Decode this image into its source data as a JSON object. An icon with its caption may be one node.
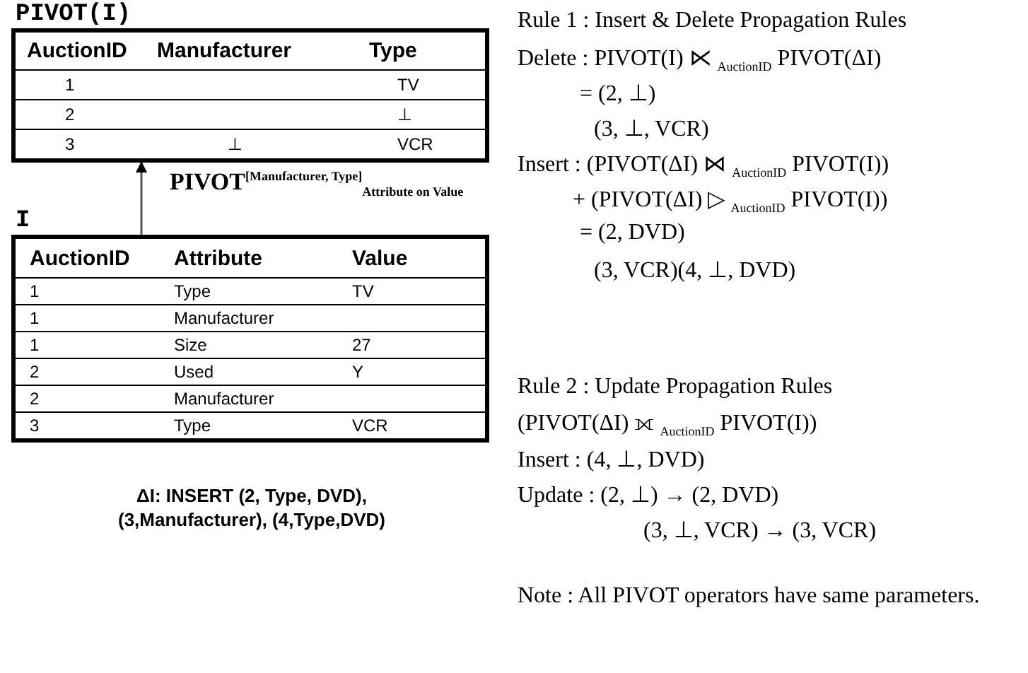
{
  "diagram": {
    "nodes": [
      {
        "text": [
          "PIVOT(I)"
        ]
      },
      {
        "text": [
          "I"
        ]
      }
    ],
    "edges": [
      {
        "from": 1,
        "to": 0,
        "arrow": "to",
        "label": "PIVOT$^{[Manufacturer, Type]}$$_{Attribute on Value}$"
      }
    ],
    "labels": [
      "AuctionID",
      "Manufacturer",
      "Type",
      "1",
      "TV",
      "2",
      "⊥",
      "3",
      "⊥",
      "VCR",
      "AuctionID",
      "Attribute",
      "Value",
      "1",
      "Type",
      "TV",
      "1",
      "Manufacturer",
      "1",
      "Size",
      "27",
      "2",
      "Used",
      "Y",
      "2",
      "Manufacturer",
      "3",
      "Type",
      "VCR",
      "ΔI: INSERT (2, Type, DVD), (3,Manufacturer), (4,Type,DVD)",
      "Rule 1 : Insert & Delete Propagation Rules",
      "Delete : PIVOT(I) ⋉ $_{AuctionID}$ PIVOT(ΔI)",
      "= (2, ⊥)",
      "(3, ⊥, VCR)",
      "Insert : (PIVOT(ΔI) ⋈ $_{AuctionID}$ PIVOT(I))",
      "+ (PIVOT(ΔI) ▷ $_{AuctionID}$ PIVOT(I))",
      "= (2, DVD)",
      "(3, VCR)(4, ⊥, DVD)",
      "Rule 2 : Update Propagation Rules",
      "(PIVOT(ΔI) ⟗ $_{AuctionID}$ PIVOT(I))",
      "Insert : (4, ⊥, DVD)",
      "Update : (2, ⊥) → (2, DVD)",
      "(3, ⊥, VCR) → (3, VCR)",
      "Note : All PIVOT operators have same parameters."
    ]
  }
}
